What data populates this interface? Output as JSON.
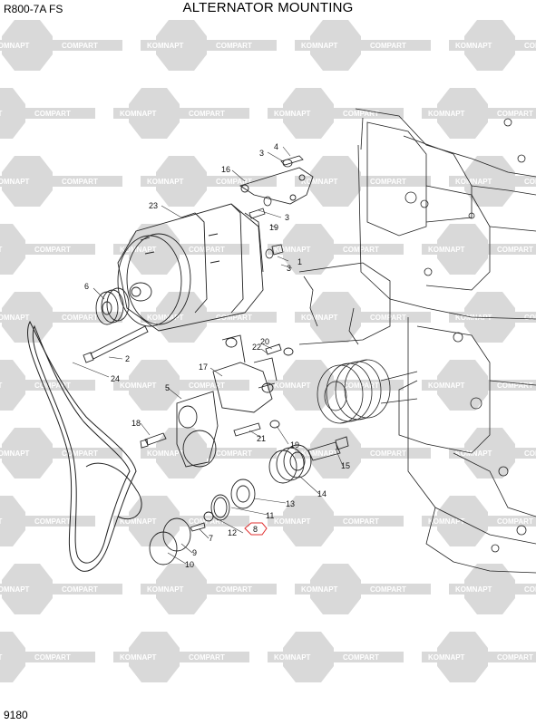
{
  "header": {
    "model": "R800-7A  FS",
    "title": "ALTERNATOR MOUNTING"
  },
  "footer": {
    "page_number": "9180"
  },
  "watermark": {
    "left_text": "KOMNAPT",
    "right_text": "COMPART"
  },
  "highlight_color": "#e03030",
  "callouts": [
    "1",
    "2",
    "3",
    "3",
    "3",
    "4",
    "5",
    "6",
    "7",
    "8",
    "9",
    "10",
    "11",
    "12",
    "13",
    "14",
    "15",
    "16",
    "17",
    "18",
    "19",
    "19",
    "20",
    "21",
    "22",
    "23",
    "24"
  ]
}
